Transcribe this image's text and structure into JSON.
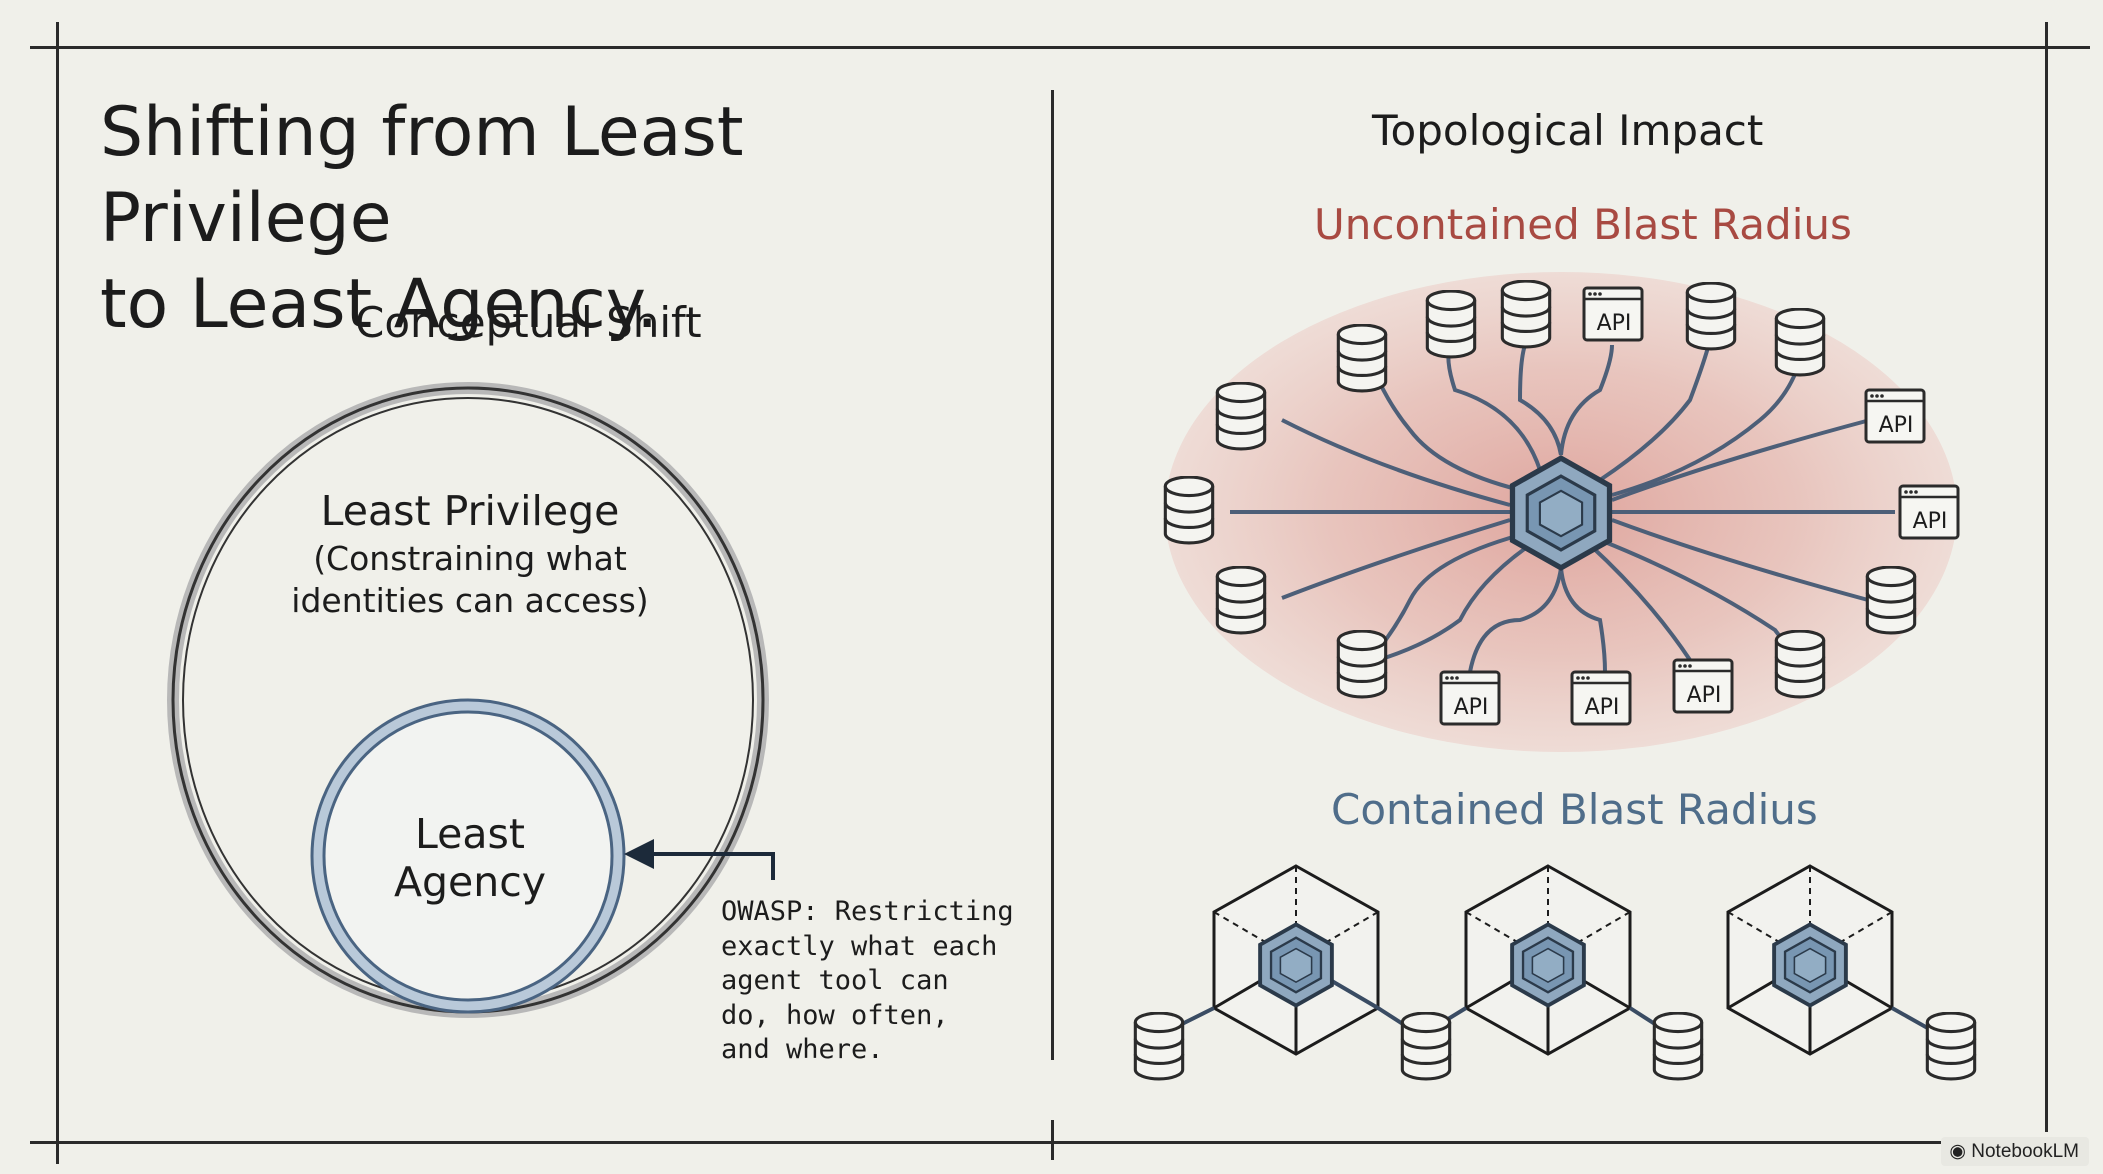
{
  "slide": {
    "title_line1": "Shifting from Least Privilege",
    "title_line2": "to Least Agency."
  },
  "left_panel": {
    "heading": "Conceptual Shift",
    "outer_label": "Least Privilege",
    "outer_sublabel_line1": "(Constraining what",
    "outer_sublabel_line2": "identities can access)",
    "inner_label_line1": "Least",
    "inner_label_line2": "Agency",
    "note_lines": [
      "OWASP: Restricting",
      "exactly what each",
      "agent tool can",
      "do, how often,",
      "and where."
    ]
  },
  "right_panel": {
    "heading": "Topological Impact",
    "uncontained_title": "Uncontained Blast Radius",
    "contained_title": "Contained Blast Radius",
    "api_label": "API"
  },
  "colors": {
    "background": "#f0f0ea",
    "line": "#2b2b2b",
    "uncontained": "#a84a42",
    "contained": "#4f6d8a",
    "node_blue": "#7f9ab3",
    "blast_red": "#e3a8a0"
  },
  "branding": {
    "badge": "NotebookLM"
  }
}
